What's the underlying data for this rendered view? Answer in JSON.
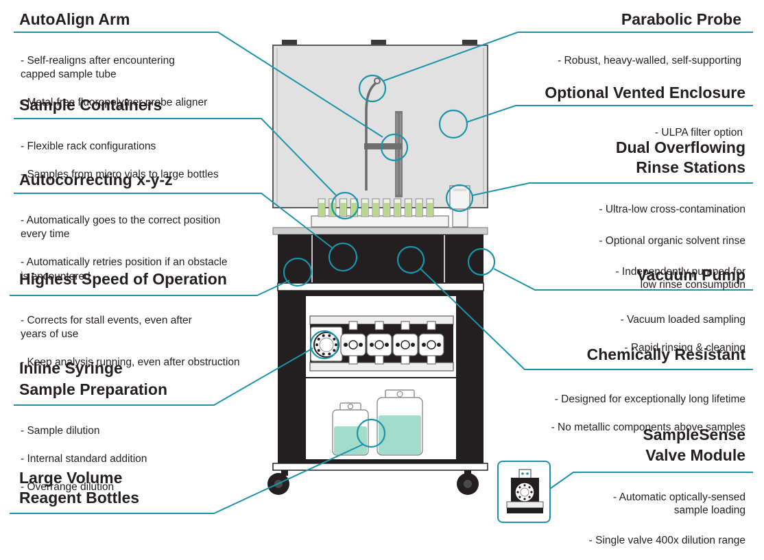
{
  "accent_color": "#1b93a9",
  "features": [
    {
      "id": "autoalign-arm",
      "title": "AutoAlign Arm",
      "bullets": [
        "- Self-realigns after encountering\n  capped sample tube",
        "- Metal-free fluoropolymer probe aligner"
      ]
    },
    {
      "id": "sample-containers",
      "title": "Sample Containers",
      "bullets": [
        "- Flexible rack configurations",
        "- Samples from micro vials to large bottles"
      ]
    },
    {
      "id": "autocorrecting-xyz",
      "title": "Autocorrecting x-y-z",
      "bullets": [
        "- Automatically goes to the correct position\n  every time",
        "- Automatically retries position if an obstacle\n  is encountered"
      ]
    },
    {
      "id": "highest-speed",
      "title": "Highest Speed of Operation",
      "bullets": [
        "- Corrects for stall events, even after\n  years of use",
        "- Keep analysis running, even after obstruction"
      ]
    },
    {
      "id": "inline-syringe",
      "title": "Inline Syringe\nSample Preparation",
      "bullets": [
        "- Sample dilution",
        "- Internal standard addition",
        "- Overrange dilution"
      ]
    },
    {
      "id": "large-volume-bottles",
      "title": "Large Volume\nReagent Bottles",
      "bullets": []
    },
    {
      "id": "parabolic-probe",
      "title": "Parabolic Probe",
      "bullets": [
        "- Robust, heavy-walled, self-supporting"
      ]
    },
    {
      "id": "vented-enclosure",
      "title": "Optional Vented Enclosure",
      "bullets": [
        "- ULPA filter option"
      ]
    },
    {
      "id": "dual-rinse",
      "title": "Dual Overflowing\nRinse Stations",
      "bullets": [
        "- Ultra-low cross-contamination",
        "- Optional organic solvent rinse",
        "- Independently pumped for\n  low rinse consumption"
      ]
    },
    {
      "id": "vacuum-pump",
      "title": "Vacuum Pump",
      "bullets": [
        "- Vacuum loaded sampling",
        "- Rapid rinsing & cleaning"
      ]
    },
    {
      "id": "chemically-resistant",
      "title": "Chemically Resistant",
      "bullets": [
        "- Designed for exceptionally long lifetime",
        "- No metallic components above samples"
      ]
    },
    {
      "id": "samplesense-valve",
      "title": "SampleSense\nValve Module",
      "bullets": [
        "- Automatic optically-sensed\n  sample loading",
        "- Single valve 400x dilution range"
      ]
    }
  ]
}
